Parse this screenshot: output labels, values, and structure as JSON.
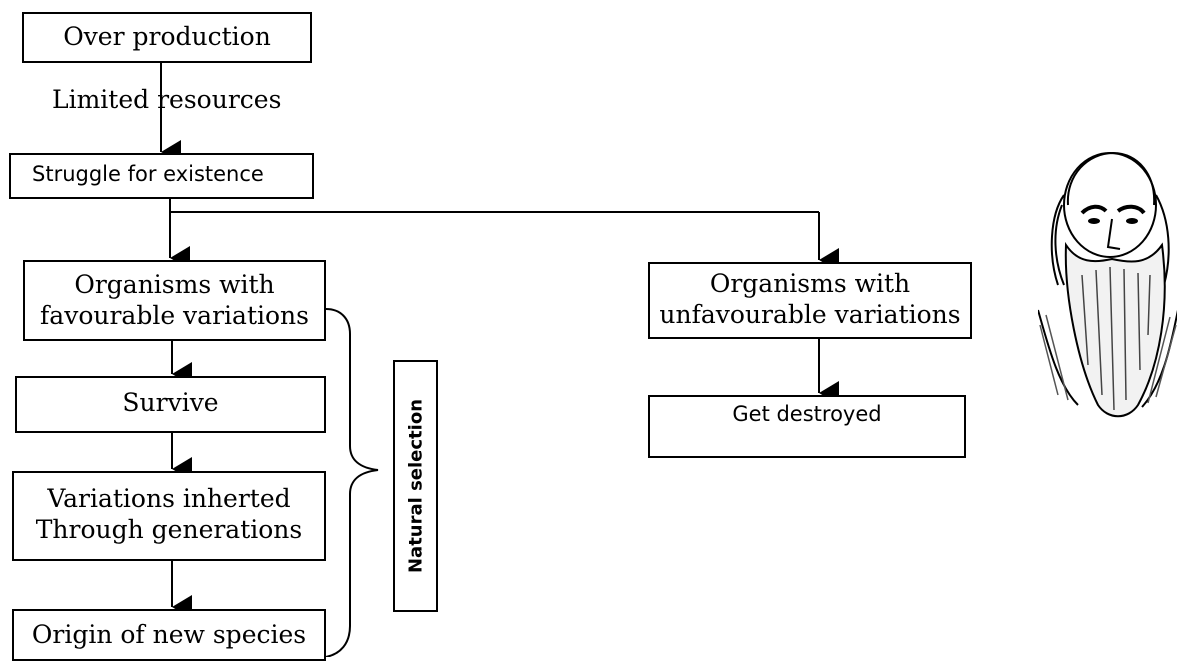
{
  "flow": {
    "over_production": "Over production",
    "limited_resources": "Limited resources",
    "struggle": "Struggle for existence",
    "favourable": [
      "Organisms with",
      "favourable variations"
    ],
    "unfavourable": [
      "Organisms with",
      "unfavourable variations"
    ],
    "survive": "Survive",
    "get_destroyed": "Get destroyed",
    "inherited": [
      "Variations inherted",
      "Through generations"
    ],
    "origin": "Origin of new species",
    "natural_selection": "Natural selection"
  },
  "portrait": {
    "icon": "darwin-portrait-engraving"
  }
}
